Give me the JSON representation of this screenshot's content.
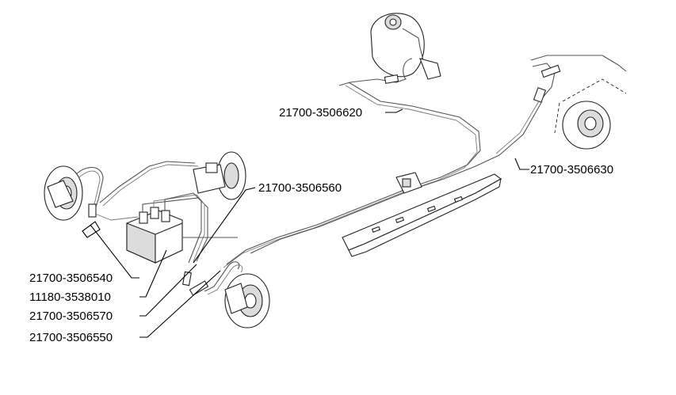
{
  "callouts": {
    "c20": "21700-3506620",
    "c30": "21700-3506630",
    "c60": "21700-3506560",
    "c40": "21700-3506540",
    "c10": "11180-3538010",
    "c70": "21700-3506570",
    "c50": "21700-3506550"
  },
  "colors": {
    "line": "#555555",
    "label": "#000000",
    "shade": "#dcdcdc"
  }
}
